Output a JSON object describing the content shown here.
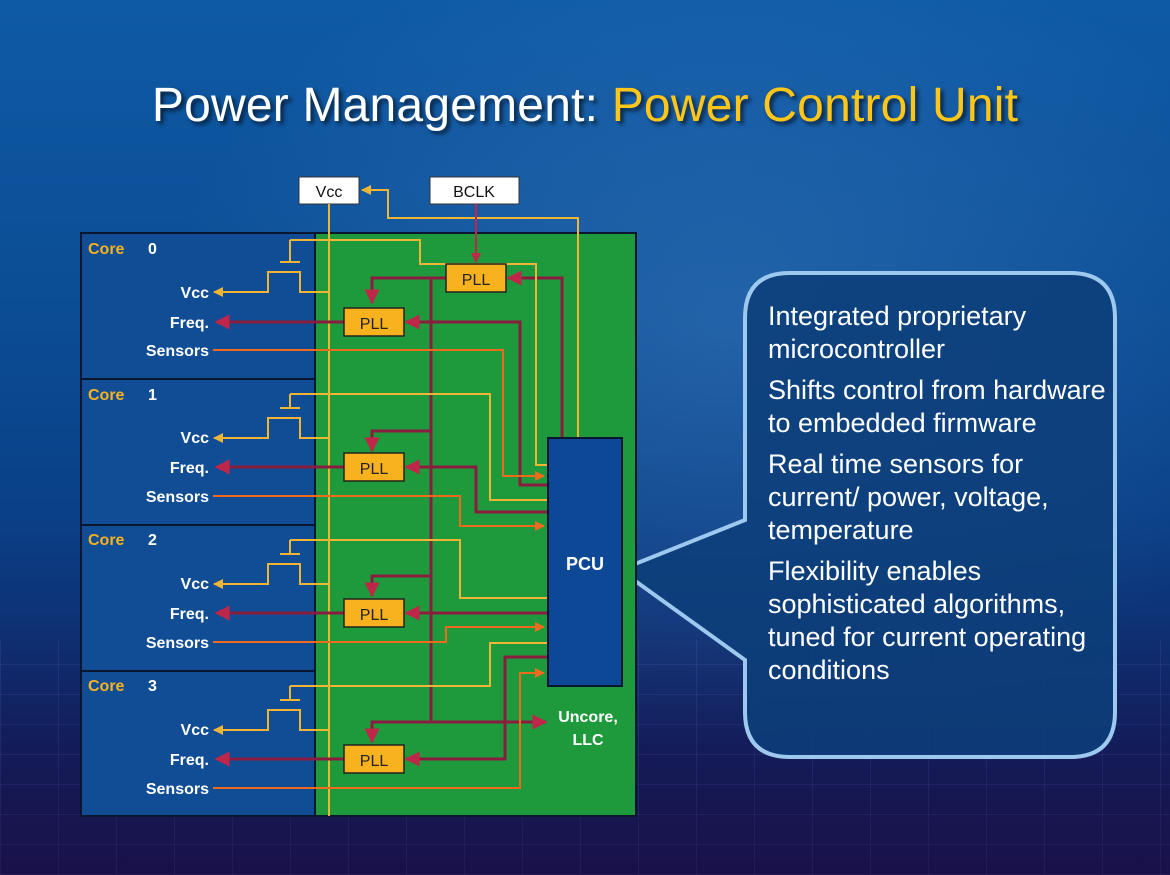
{
  "title": {
    "main": "Power Management:",
    "accent": "Power Control Unit"
  },
  "colors": {
    "core_panel": "#114d95",
    "uncore_panel": "#1e9a3c",
    "pcu_block": "#0d4896",
    "pll_fill": "#f7b21e",
    "vcc_wire": "#f0b534",
    "freq_wire": "#8a1d3f",
    "sensor_wire": "#ee6b1e",
    "callout_border": "#9ec9ef"
  },
  "diagram": {
    "vcc_box": "Vcc",
    "bclk_box": "BCLK",
    "pcu_label": "PCU",
    "uncore_label_1": "Uncore,",
    "uncore_label_2": "LLC",
    "pll_label": "PLL",
    "cores": [
      {
        "label": "Core",
        "index": "0",
        "vcc": "Vcc",
        "freq": "Freq.",
        "sensors": "Sensors"
      },
      {
        "label": "Core",
        "index": "1",
        "vcc": "Vcc",
        "freq": "Freq.",
        "sensors": "Sensors"
      },
      {
        "label": "Core",
        "index": "2",
        "vcc": "Vcc",
        "freq": "Freq.",
        "sensors": "Sensors"
      },
      {
        "label": "Core",
        "index": "3",
        "vcc": "Vcc",
        "freq": "Freq.",
        "sensors": "Sensors"
      }
    ]
  },
  "callout": {
    "bullets": [
      "Integrated proprietary microcontroller",
      "Shifts control from hardware to embedded firmware",
      "Real time sensors for current/ power, voltage, temperature",
      "Flexibility enables sophisticated algorithms, tuned for current operating conditions"
    ]
  }
}
